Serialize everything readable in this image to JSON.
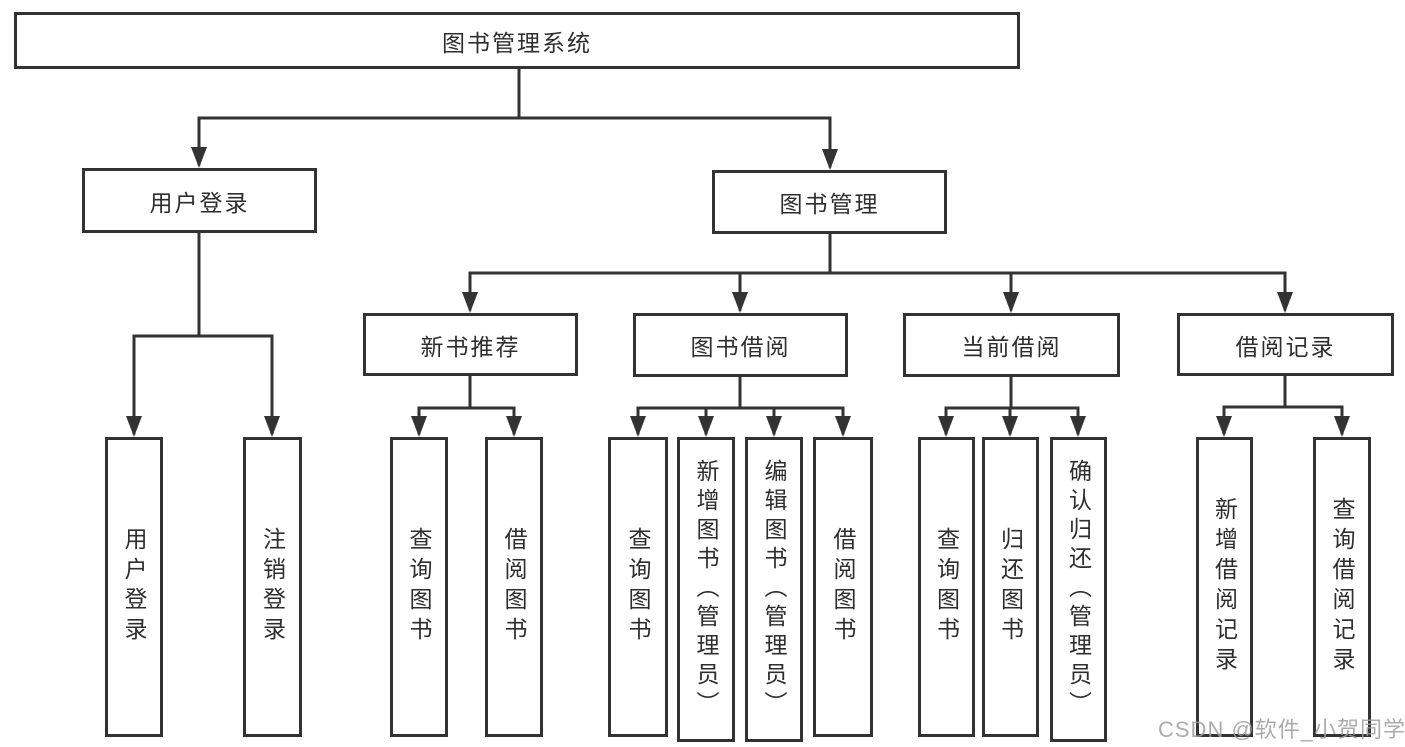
{
  "diagram": {
    "type": "hierarchy-tree",
    "root": {
      "label": "图书管理系统"
    },
    "branches": {
      "user_login": {
        "label": "用户登录",
        "children": [
          {
            "label": "用户登录"
          },
          {
            "label": "注销登录"
          }
        ]
      },
      "book_mgmt": {
        "label": "图书管理",
        "sections": {
          "new_book_recommend": {
            "label": "新书推荐",
            "children": [
              {
                "label": "查询图书"
              },
              {
                "label": "借阅图书"
              }
            ]
          },
          "book_borrow": {
            "label": "图书借阅",
            "children": [
              {
                "label": "查询图书"
              },
              {
                "label": "新增图书（管理员）"
              },
              {
                "label": "编辑图书（管理员）"
              },
              {
                "label": "借阅图书"
              }
            ]
          },
          "current_borrow": {
            "label": "当前借阅",
            "children": [
              {
                "label": "查询图书"
              },
              {
                "label": "归还图书"
              },
              {
                "label": "确认归还（管理员）"
              }
            ]
          },
          "borrow_record": {
            "label": "借阅记录",
            "children": [
              {
                "label": "新增借阅记录"
              },
              {
                "label": "查询借阅记录"
              }
            ]
          }
        }
      }
    }
  },
  "watermark": {
    "text": "CSDN @软件_小贺同学"
  },
  "colors": {
    "background": "#ffffff",
    "line": "#333333",
    "box_border": "#333333",
    "text": "#2e2e2e",
    "watermark": "#9e9e9e"
  }
}
